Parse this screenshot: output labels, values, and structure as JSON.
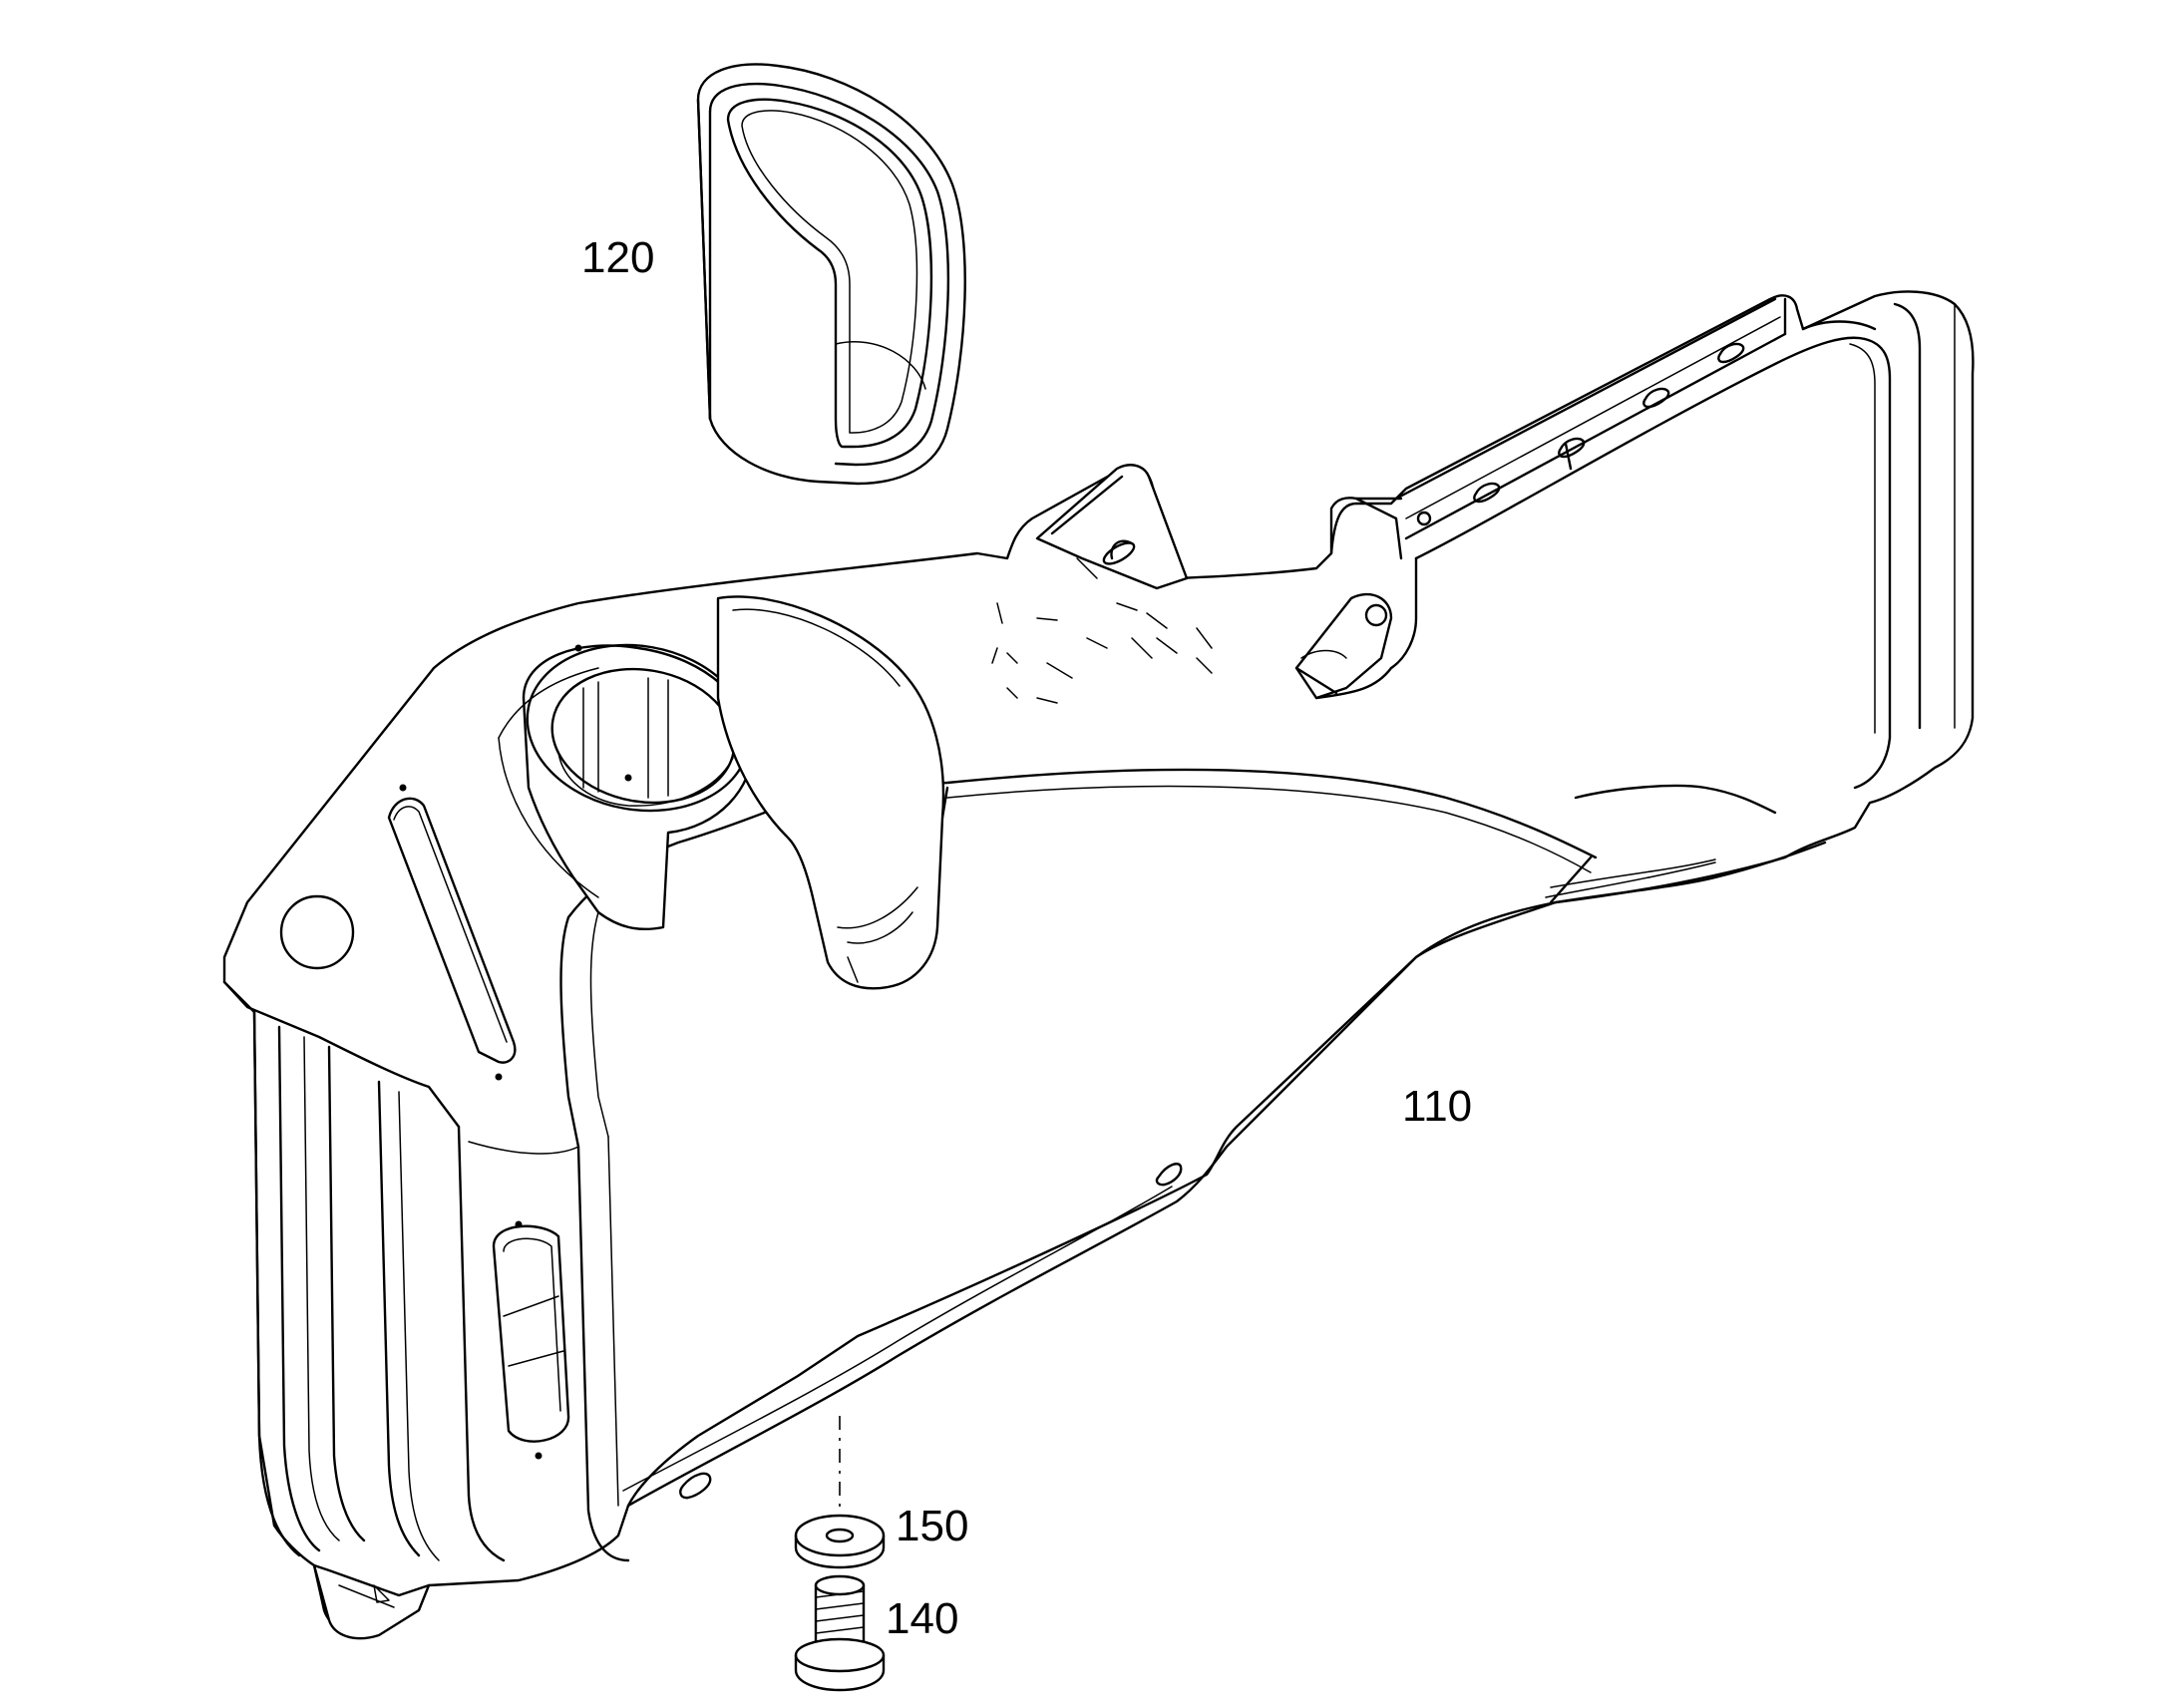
{
  "callouts": {
    "body": "110",
    "liner": "120",
    "screw": "140",
    "washer": "150"
  },
  "colors": {
    "line": "#000000",
    "background": "#ffffff"
  }
}
